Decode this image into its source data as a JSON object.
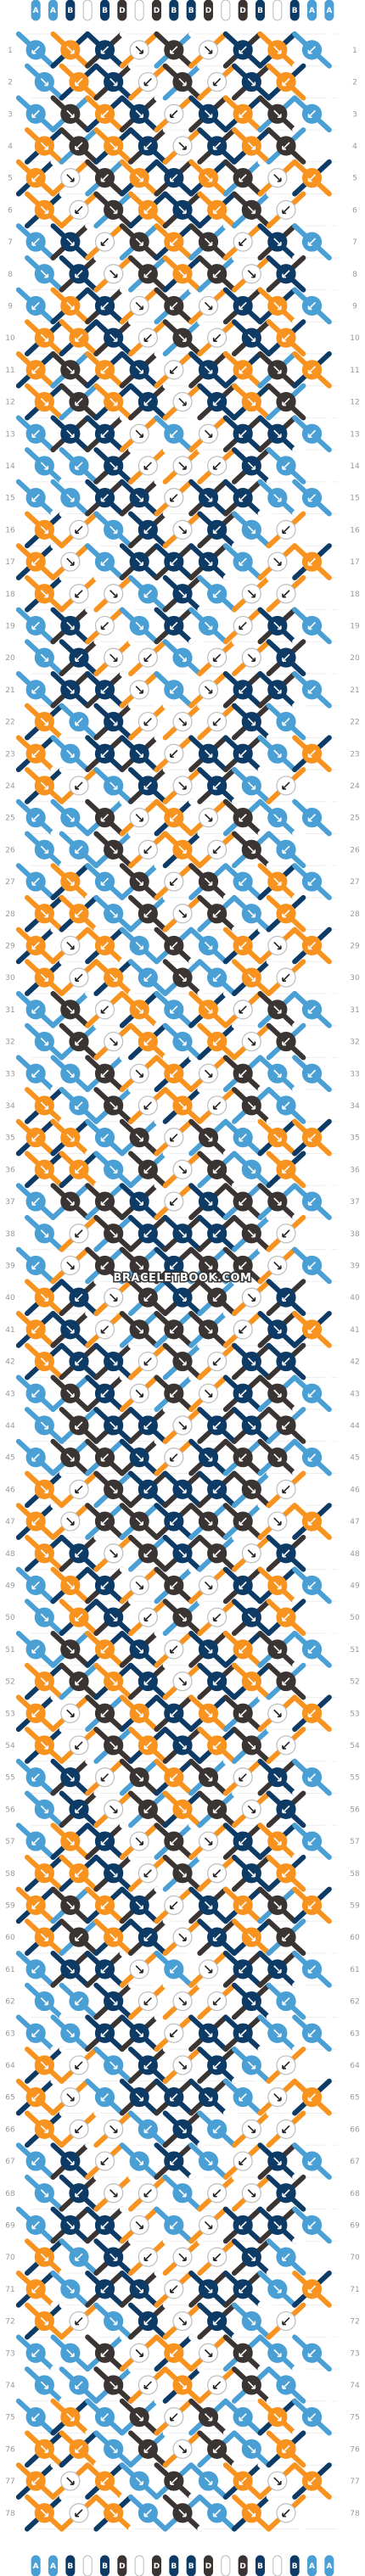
{
  "colors": {
    "A": "#4a9fd4",
    "B": "#0d3b66",
    "C": "#ffffff",
    "D": "#3a3433",
    "E": "#f7931e"
  },
  "strand_labels": [
    "A",
    "A",
    "B",
    "C",
    "B",
    "D",
    "C",
    "D",
    "B",
    "B",
    "D",
    "C",
    "D",
    "B",
    "C",
    "B",
    "A",
    "A"
  ],
  "row_count": 78,
  "watermark": "BRACELETBOOK.COM",
  "pattern_type": "normal"
}
